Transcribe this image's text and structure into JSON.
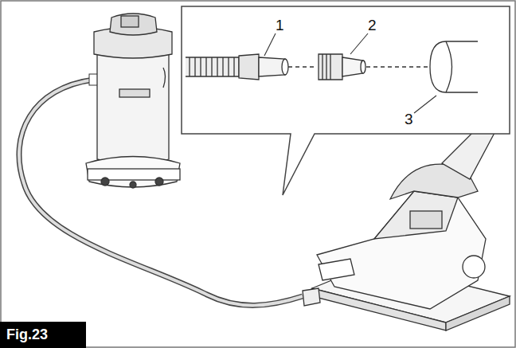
{
  "diagram": {
    "nodes": [
      {
        "text": [
          "Fig.23"
        ]
      }
    ],
    "labels": [
      "1",
      "2",
      "3"
    ]
  }
}
